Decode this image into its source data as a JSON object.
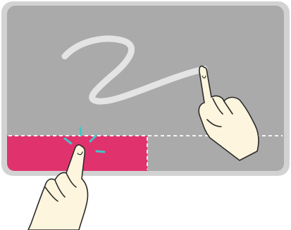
{
  "touchpad": {
    "surface_color": "#aaaaaa",
    "frame_color": "#d2d2d2",
    "divider_color": "#ffffff",
    "left_button_color": "#e0336e",
    "right_button_color": "#aaaaaa",
    "left_button_state": "pressed",
    "right_button_state": "idle"
  },
  "gesture": {
    "trace_color": "#e4e4e4",
    "trace_shape": "z-shaped squiggle",
    "tap_indicator_color": "#3ec8c8"
  },
  "hands": {
    "skin_color": "#fdf5dd",
    "outline_color": "#2b2b2b",
    "upper_hand": "index-finger-moving-on-pad-icon",
    "lower_hand": "index-finger-tapping-left-button-icon"
  }
}
